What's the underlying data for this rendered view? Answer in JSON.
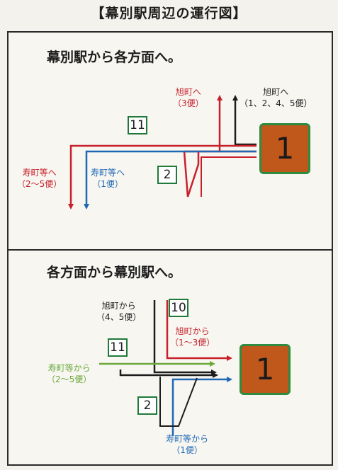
{
  "page_title": "【幕別駅周辺の運行図】",
  "colors": {
    "red": "#c8202a",
    "blue": "#1f68b4",
    "black": "#1d1d1d",
    "green": "#6aa83a",
    "badge_border": "#1f7a3a",
    "platform_fill": "#c0571b",
    "platform_border": "#2e8b40"
  },
  "departures": {
    "heading": "幕別駅から各方面へ。",
    "platform": "1",
    "routes": [
      "11",
      "2"
    ],
    "labels": {
      "asahi_red": "旭町へ",
      "asahi_red_sub": "（3便）",
      "asahi_black": "旭町へ",
      "asahi_black_sub": "（1、2、4、5便）",
      "kotobuki_red": "寿町等へ",
      "kotobuki_red_sub": "（2～5便）",
      "kotobuki_blue": "寿町等へ",
      "kotobuki_blue_sub": "（1便）"
    }
  },
  "arrivals": {
    "heading": "各方面から幕別駅へ。",
    "platform": "1",
    "routes": [
      "10",
      "11",
      "2"
    ],
    "labels": {
      "asahi_black": "旭町から",
      "asahi_black_sub": "（4、5便）",
      "asahi_red": "旭町から",
      "asahi_red_sub": "（1～3便）",
      "kotobuki_green": "寿町等から",
      "kotobuki_green_sub": "（2～5便）",
      "kotobuki_blue": "寿町等から",
      "kotobuki_blue_sub": "（1便）"
    }
  }
}
